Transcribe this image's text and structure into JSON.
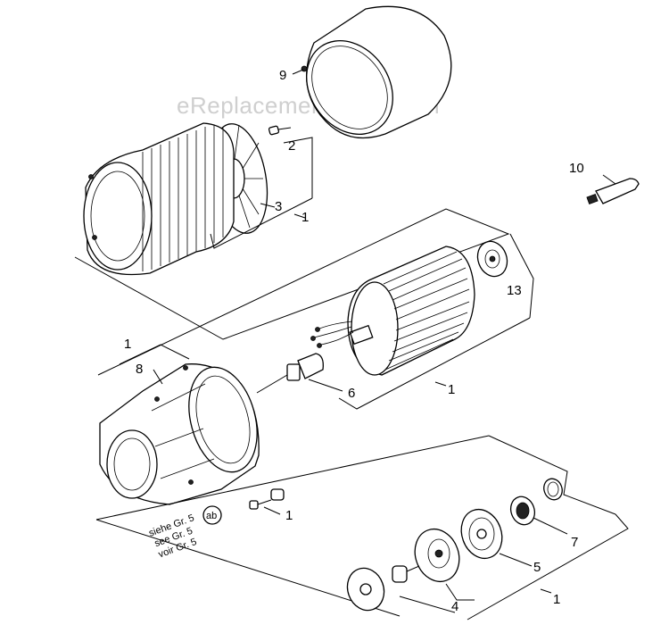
{
  "watermark": "eReplacementParts.com",
  "callouts": {
    "c9": "9",
    "c2": "2",
    "c3": "3",
    "c1_top": "1",
    "c10": "10",
    "c13": "13",
    "c1_armature": "1",
    "c6": "6",
    "c1_housing": "1",
    "c8": "8",
    "c1_screw": "1",
    "c7": "7",
    "c5": "5",
    "c4": "4",
    "c1_bottom": "1"
  },
  "reference_note": {
    "line1": "siehe Gr. 5",
    "line2": "see Gr. 5",
    "line3": "voir Gr. 5",
    "badge": "ab"
  }
}
